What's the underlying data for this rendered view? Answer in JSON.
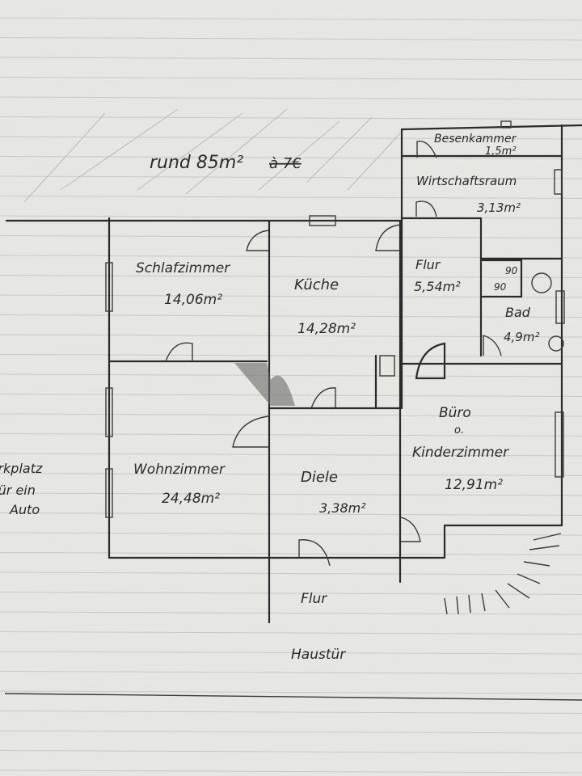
{
  "title": "rund 85m²",
  "struck_text": "à 7€",
  "rooms": {
    "besenkammer": {
      "name": "Besenkammer",
      "area": "1,5m²"
    },
    "wirtschaftsraum": {
      "name": "Wirtschaftsraum",
      "area": "3,13m²"
    },
    "schlafzimmer": {
      "name": "Schlafzimmer",
      "area": "14,06m²"
    },
    "kueche": {
      "name": "Küche",
      "area": "14,28m²"
    },
    "flur_oben": {
      "name": "Flur",
      "area": "5,54m²"
    },
    "bad": {
      "name": "Bad",
      "area": "4,9m²",
      "shower_w": "90",
      "shower_d": "90"
    },
    "wohnzimmer": {
      "name": "Wohnzimmer",
      "area": "24,48m²"
    },
    "diele": {
      "name": "Diele",
      "area": "3,38m²"
    },
    "buero": {
      "name": "Büro",
      "or": "o.",
      "name2": "Kinderzimmer",
      "area": "12,91m²"
    },
    "flur_unten": {
      "name": "Flur"
    }
  },
  "parking": {
    "line1": "Parkplatz",
    "line2": "für ein",
    "line3": "Auto"
  },
  "entrance": "Haustür",
  "colors": {
    "paper": "#e6e6e3",
    "ink": "#2b2b2b",
    "rule": "#c9c9c7"
  }
}
